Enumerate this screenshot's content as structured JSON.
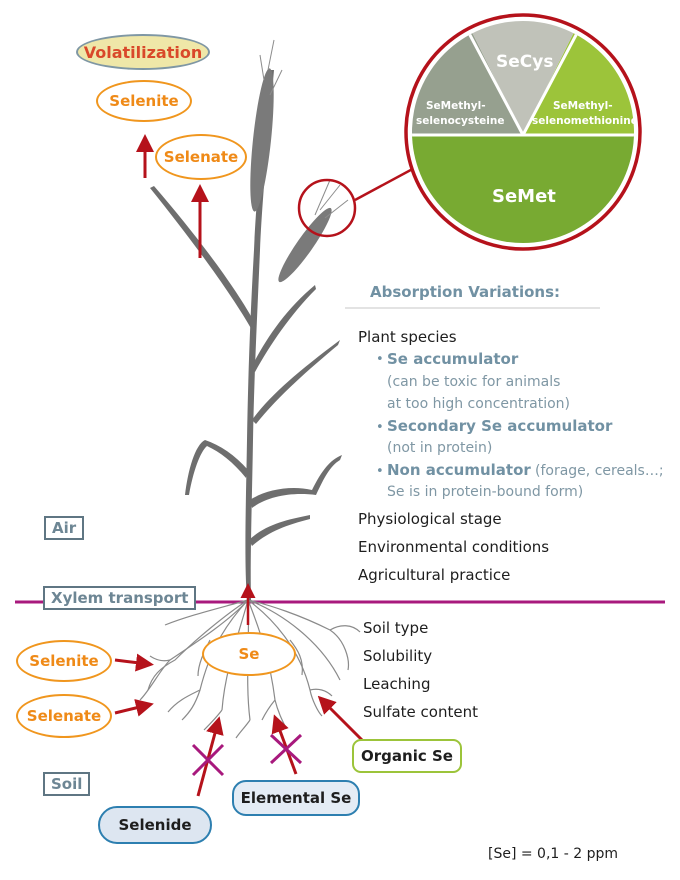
{
  "sky_labels": {
    "volatilization": "Volatilization",
    "selenite": "Selenite",
    "selenate": "Selenate"
  },
  "zones": {
    "air": "Air",
    "xylem": "Xylem transport",
    "soil": "Soil"
  },
  "circle": {
    "secys": "SeCys",
    "semethyl_cysteine_1": "SeMethyl-",
    "semethyl_cysteine_2": "selenocysteine",
    "semethyl_methionine_1": "SeMethyl-",
    "semethyl_methionine_2": "selenomethionine",
    "semet": "SeMet"
  },
  "absorption": {
    "heading": "Absorption Variations:",
    "plant_species": "Plant species",
    "bullet": "•",
    "accumulator": "Se accumulator",
    "accumulator_note_1": "(can be toxic for animals",
    "accumulator_note_2": "at too high concentration)",
    "secondary": "Secondary Se accumulator",
    "secondary_note": "(not in protein)",
    "non": "Non accumulator",
    "non_note_1": "(forage, cereals…;",
    "non_note_2": "Se is in protein-bound form)",
    "physiological": "Physiological stage",
    "environmental": "Environmental conditions",
    "agricultural": "Agricultural practice"
  },
  "soil_factors": [
    "Soil type",
    "Solubility",
    "Leaching",
    "Sulfate content"
  ],
  "soil_sources": {
    "selenite": "Selenite",
    "selenate": "Selenate",
    "se_root": "Se",
    "organic": "Organic Se",
    "elemental": "Elemental Se",
    "selenide": "Selenide"
  },
  "concentration": "[Se] =  0,1 - 2 ppm",
  "colors": {
    "orange": "#f0961e",
    "arrow_red": "#b5121b",
    "magenta": "#a8197d",
    "plant_grey": "#6e6e6e",
    "slate": "#5f7683",
    "semet_green": "#78aa32",
    "semethylmet_green": "#9cc43a",
    "secys_grey": "#c0c2b9",
    "semethylcys_grey": "#96a08f"
  }
}
